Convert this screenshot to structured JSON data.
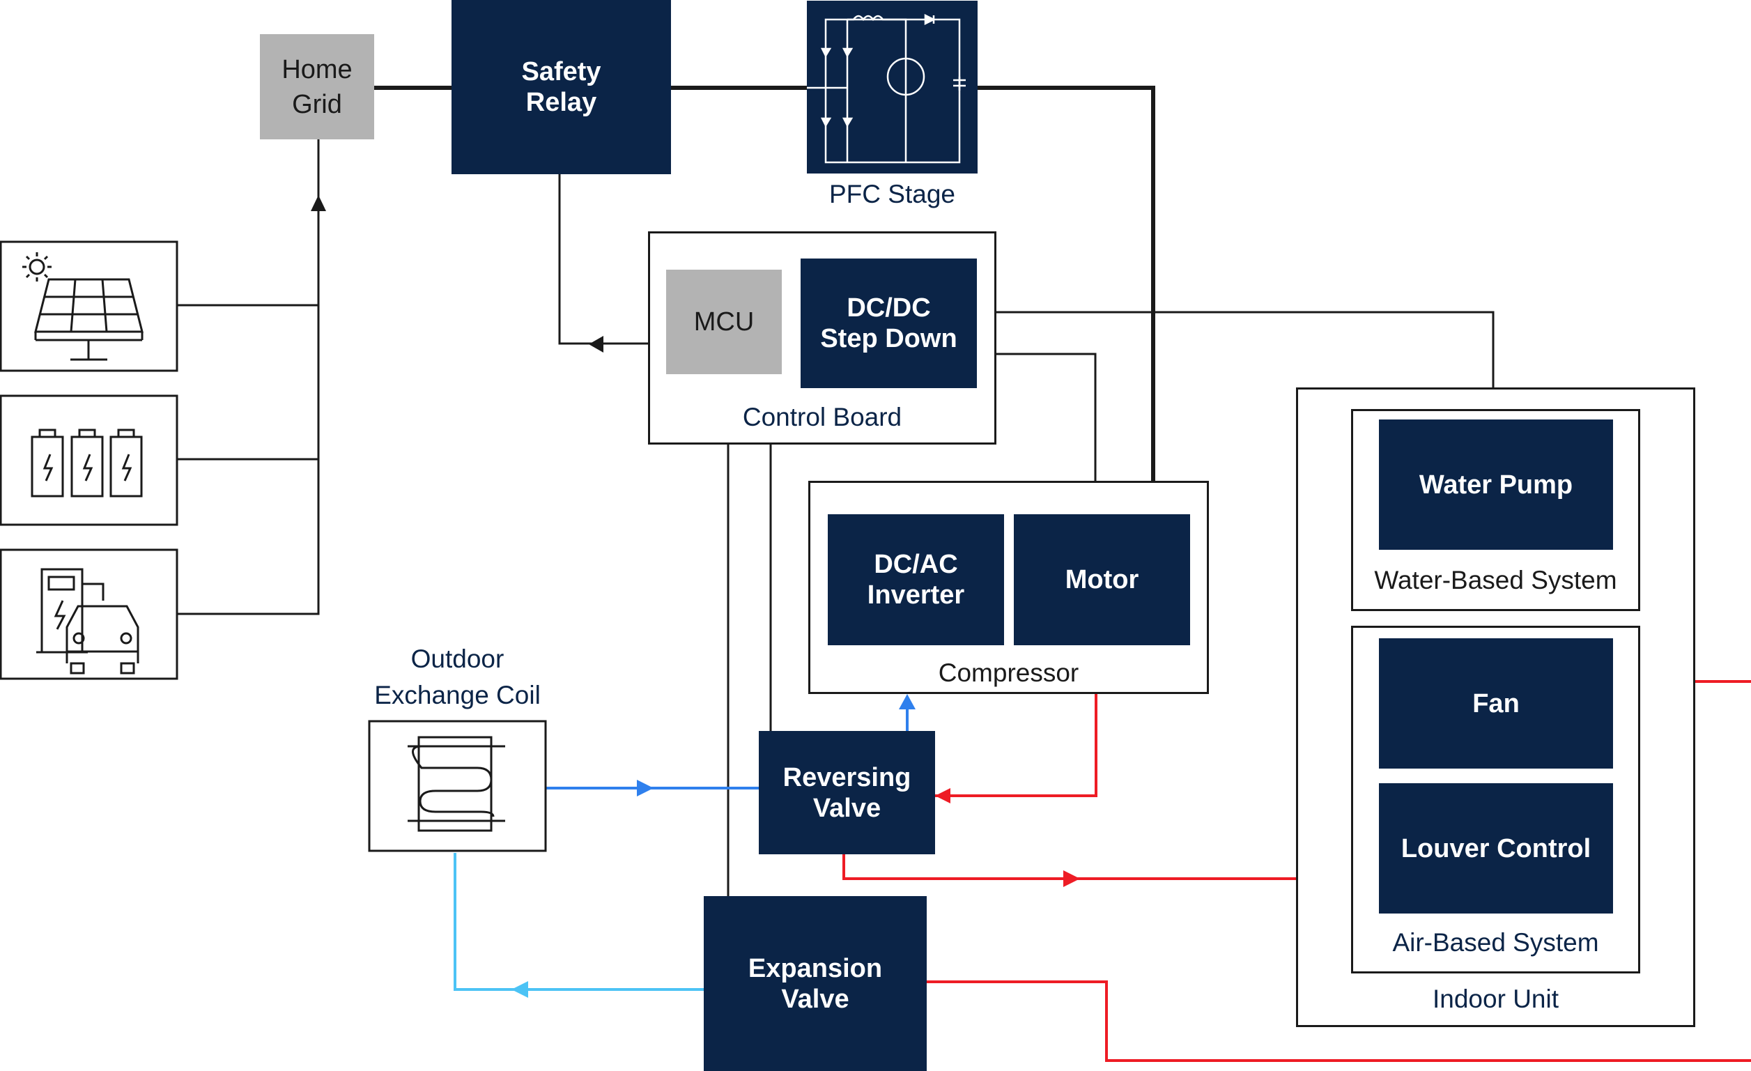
{
  "home_grid": "Home\nGrid",
  "safety_relay": "Safety\nRelay",
  "pfc_stage": "PFC Stage",
  "control_board": {
    "title": "Control Board",
    "mcu": "MCU",
    "dcdc": "DC/DC\nStep Down"
  },
  "compressor": {
    "title": "Compressor",
    "inverter": "DC/AC\nInverter",
    "motor": "Motor"
  },
  "outdoor_coil": "Outdoor\nExchange Coil",
  "reversing_valve": "Reversing\nValve",
  "expansion_valve": "Expansion\nValve",
  "indoor_unit": {
    "title": "Indoor Unit",
    "water_system": {
      "title": "Water-Based System",
      "pump": "Water Pump"
    },
    "air_system": {
      "title": "Air-Based System",
      "fan": "Fan",
      "louver": "Louver Control"
    }
  },
  "sources": {
    "solar_icon": "solar-panel-icon",
    "battery_icon": "battery-bank-icon",
    "ev_icon": "ev-charger-icon"
  },
  "colors": {
    "navy": "#0b2447",
    "gray": "#b3b3b3",
    "hot_line": "#ee1c25",
    "cold_line": "#2f80ed",
    "light_cold_line": "#4cc3f5",
    "wire": "#1a1a1a"
  }
}
